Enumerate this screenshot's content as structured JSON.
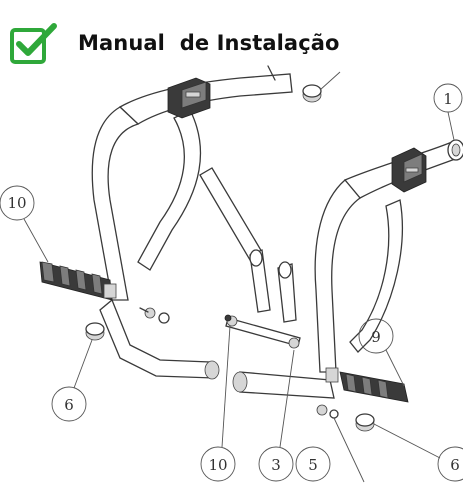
{
  "header": {
    "title": "Manual  de Instalação",
    "check_color": "#2fa83a",
    "check_icon": "check-square-icon"
  },
  "callouts": {
    "c1": "1",
    "c10a": "10",
    "c6a": "6",
    "c9": "9",
    "c10b": "10",
    "c3": "3",
    "c5": "5",
    "c6b": "6"
  }
}
